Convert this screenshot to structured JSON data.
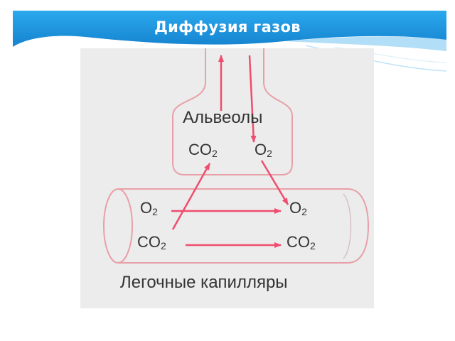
{
  "slide": {
    "title": "Диффузия газов"
  },
  "diagram": {
    "alveoli_label": "Альвеолы",
    "capillaries_label": "Легочные капилляры",
    "alveoli_gases": [
      {
        "base": "CO",
        "sub": "2"
      },
      {
        "base": "O",
        "sub": "2"
      }
    ],
    "capillary_left_gases": [
      {
        "base": "O",
        "sub": "2"
      },
      {
        "base": "CO",
        "sub": "2"
      }
    ],
    "capillary_right_gases": [
      {
        "base": "O",
        "sub": "2"
      },
      {
        "base": "CO",
        "sub": "2"
      }
    ]
  },
  "colors": {
    "banner": "#1a9be0",
    "arrow": "#ef4d6e",
    "outline": "#e8a0a8",
    "panel": "#ececec"
  }
}
